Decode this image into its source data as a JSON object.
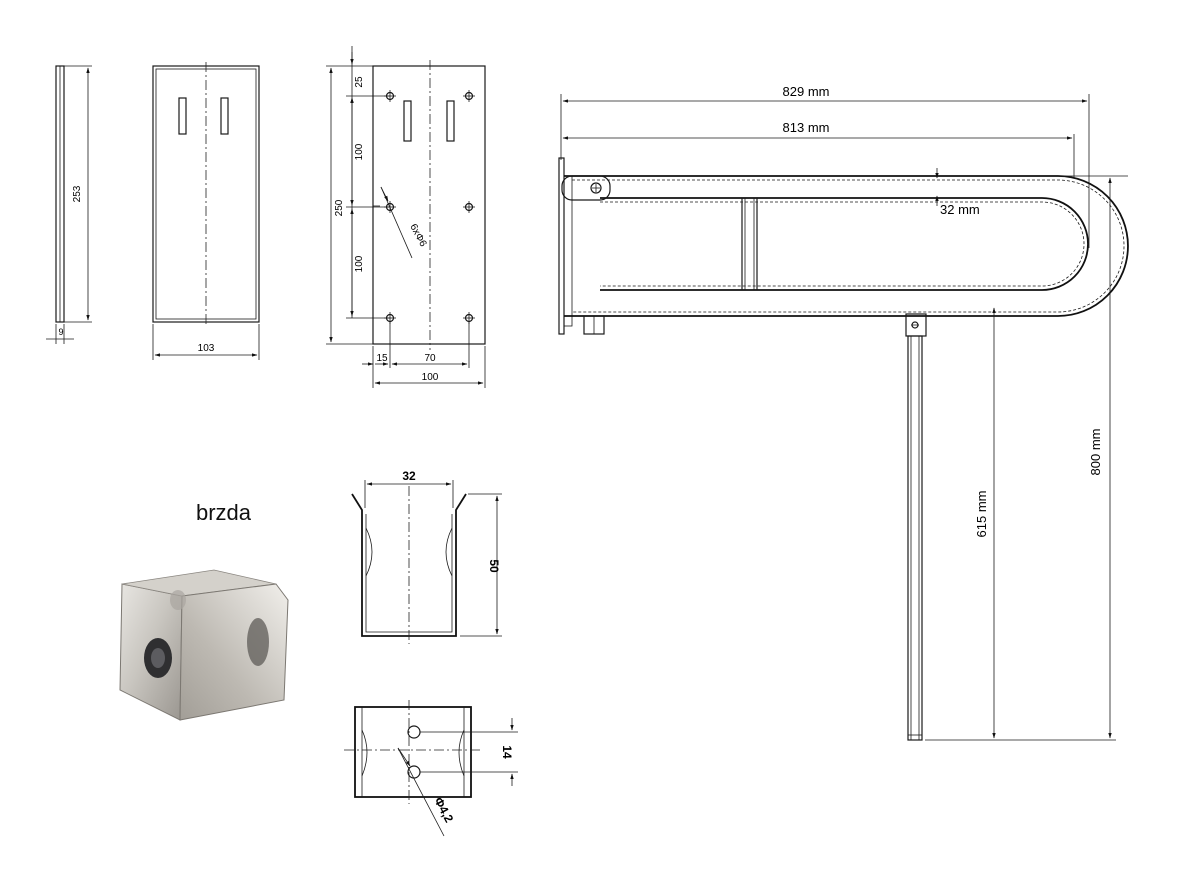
{
  "drawing1": {
    "height": "253",
    "thickness": "9"
  },
  "drawing2": {
    "width": "103"
  },
  "drawing3": {
    "dim_top": "25",
    "dim_mid1": "100",
    "dim_total": "250",
    "dim_mid2": "100",
    "holes": "6xΦ6",
    "dim_edge": "15",
    "dim_spacing": "70",
    "dim_width": "100"
  },
  "main": {
    "length_outer": "829 mm",
    "length_inner": "813 mm",
    "tube": "32 mm",
    "height_leg": "615 mm",
    "height_total": "800 mm"
  },
  "brake": {
    "label": "brzda",
    "width": "32",
    "height": "50",
    "slot": "14",
    "hole": "Φ4,2"
  },
  "colors": {
    "line": "#1a1a1a",
    "steel_light": "#d8d6d2",
    "steel_dark": "#8e8b86"
  }
}
